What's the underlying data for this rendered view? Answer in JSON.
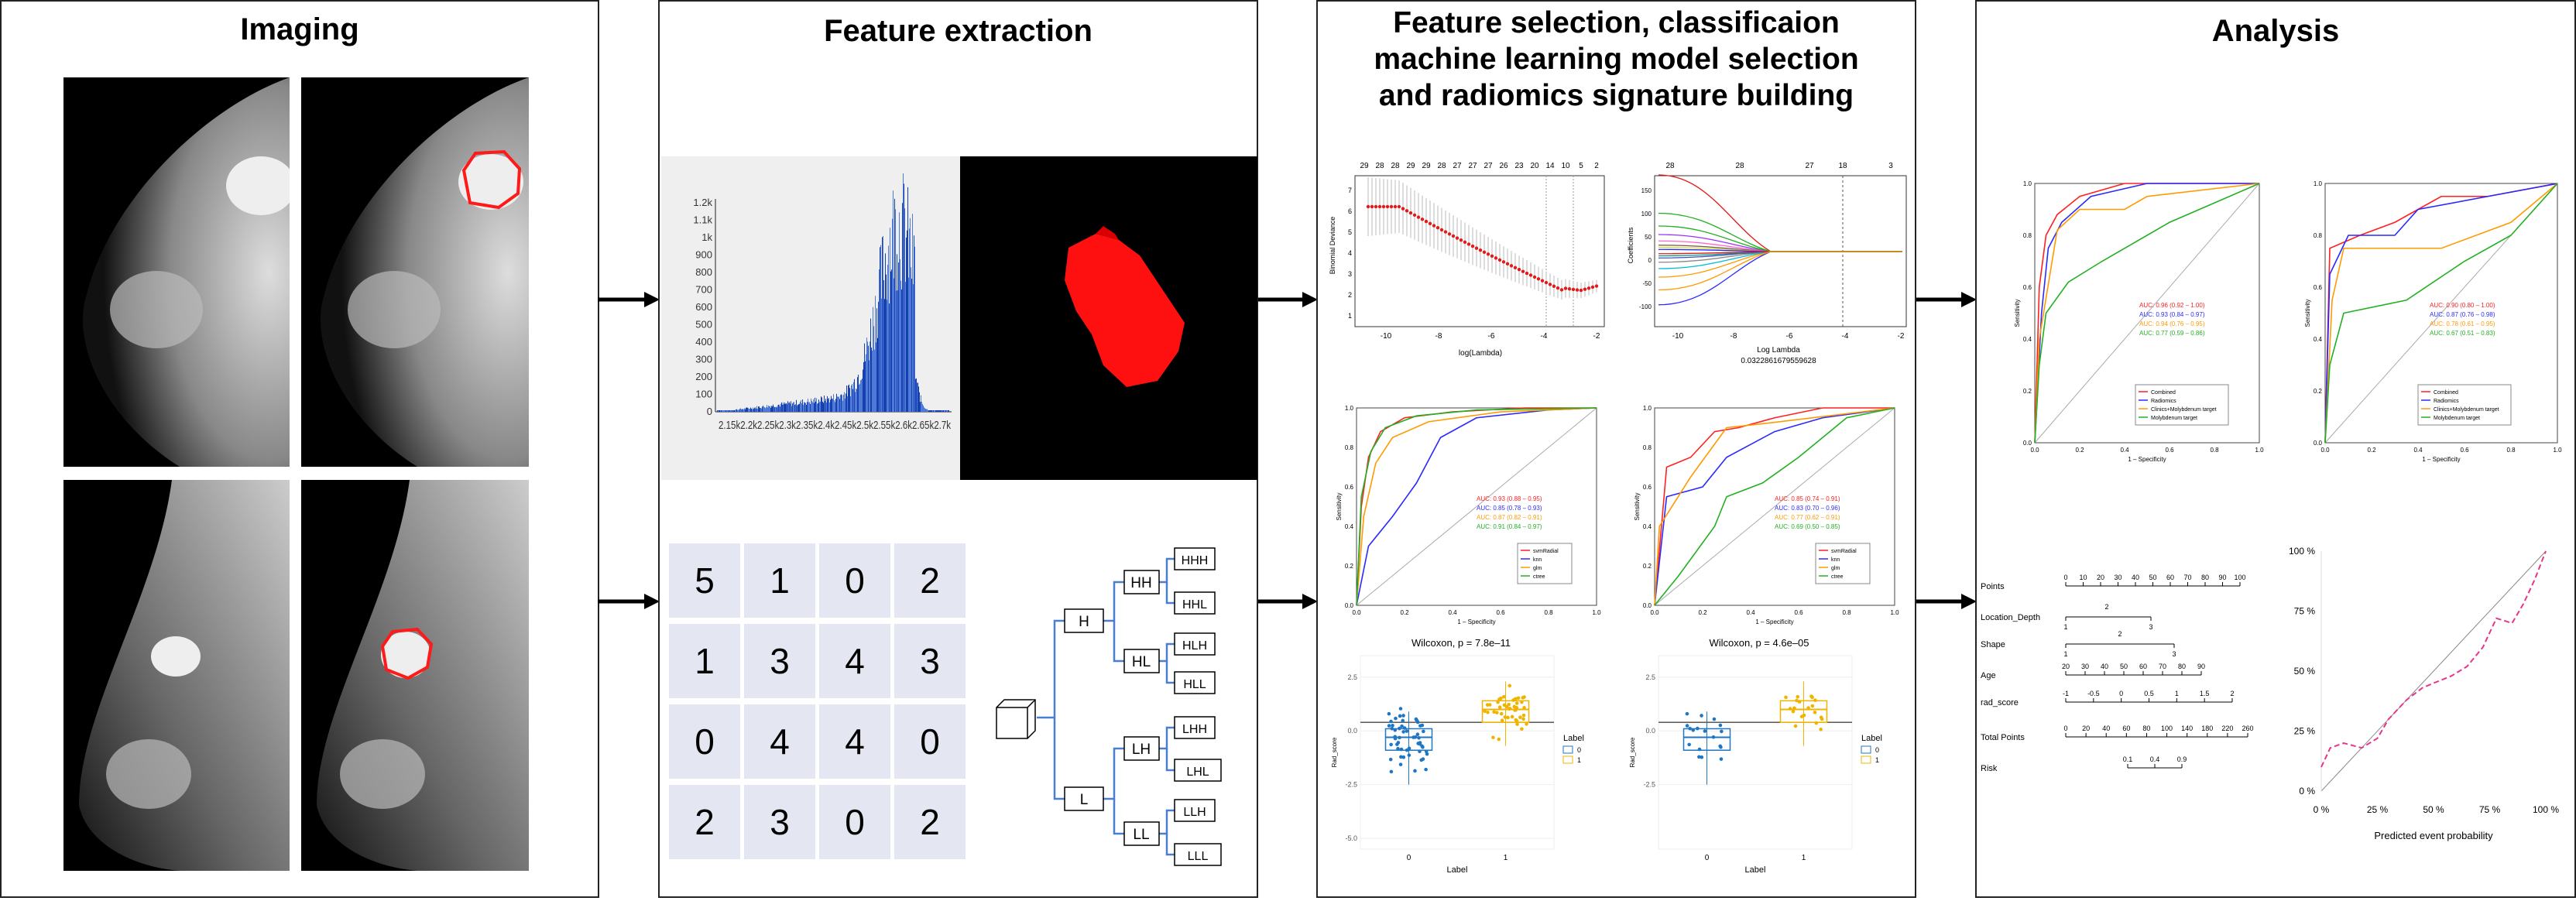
{
  "panels": {
    "imaging": {
      "title": "Imaging"
    },
    "feature_extraction": {
      "title": "Feature extraction"
    },
    "selection": {
      "title_lines": [
        "Feature selection, classificaion",
        "machine learning model selection",
        "and radiomics signature building"
      ]
    },
    "analysis": {
      "title": "Analysis"
    }
  },
  "histogram": {
    "y_ticks": [
      "1.2k",
      "1.1k",
      "1k",
      "900",
      "800",
      "700",
      "600",
      "500",
      "400",
      "300",
      "200",
      "100",
      "0"
    ],
    "x_tick_text": "2.15k2.2k2.25k2.3k2.35k2.4k2.45k2.5k2.55k2.6k2.65k2.7k"
  },
  "matrix": {
    "rows": [
      [
        "5",
        "1",
        "0",
        "2"
      ],
      [
        "1",
        "3",
        "4",
        "3"
      ],
      [
        "0",
        "4",
        "4",
        "0"
      ],
      [
        "2",
        "3",
        "0",
        "2"
      ]
    ]
  },
  "wavelet": {
    "nodes": {
      "H": "H",
      "L": "L",
      "HH": "HH",
      "HL": "HL",
      "LH": "LH",
      "LL": "LL",
      "HHH": "HHH",
      "HHL": "HHL",
      "HLH": "HLH",
      "HLL": "HLL",
      "LHH": "LHH",
      "LHL": "LHL",
      "LLH": "LLH",
      "LLL": "LLL"
    }
  },
  "lasso_deviance": {
    "top_ticks": [
      "29",
      "28",
      "28",
      "29",
      "29",
      "28",
      "27",
      "27",
      "27",
      "26",
      "23",
      "20",
      "14",
      "10",
      "5",
      "2"
    ],
    "x_ticks": [
      "-10",
      "-8",
      "-6",
      "-4",
      "-2"
    ],
    "y_ticks": [
      "7",
      "6",
      "5",
      "4",
      "3",
      "2",
      "1"
    ],
    "xlabel": "log(Lambda)",
    "ylabel": "Binomial Deviance"
  },
  "lasso_coef": {
    "top_ticks": [
      "28",
      "28",
      "27",
      "18",
      "3"
    ],
    "x_ticks": [
      "-10",
      "-8",
      "-6",
      "-4",
      "-2"
    ],
    "y_ticks": [
      "150",
      "100",
      "50",
      "0",
      "-50",
      "-100"
    ],
    "xlabel": "Log Lambda",
    "sublabel": "0.0322861679559628",
    "ylabel": "Coefficients"
  },
  "roc_models_train": {
    "auc": [
      "AUC: 0.93 (0.88 – 0.95)",
      "AUC: 0.85 (0.78 – 0.93)",
      "AUC: 0.87 (0.82 – 0.91)",
      "AUC: 0.91 (0.84 – 0.97)"
    ],
    "legend": [
      "svmRadial",
      "knn",
      "glm",
      "ctree"
    ],
    "xlabel": "1 – Specificity",
    "ylabel": "Sensitivity"
  },
  "roc_models_test": {
    "auc": [
      "AUC: 0.85 (0.74 – 0.91)",
      "AUC: 0.83 (0.70 – 0.96)",
      "AUC: 0.77 (0.62 – 0.91)",
      "AUC: 0.69 (0.50 – 0.85)"
    ],
    "legend": [
      "svmRadial",
      "knn",
      "glm",
      "ctree"
    ],
    "xlabel": "1 – Specificity",
    "ylabel": "Sensitivity"
  },
  "box_train": {
    "title": "Wilcoxon, p = 7.8e–11",
    "y_ticks": [
      "2.5",
      "0.0",
      "-2.5",
      "-5.0"
    ],
    "x_ticks": [
      "0",
      "1"
    ],
    "xlabel": "Label",
    "ylabel": "Rad_score",
    "legend_title": "Label",
    "legend": [
      "0",
      "1"
    ]
  },
  "box_test": {
    "title": "Wilcoxon, p = 4.6e–05",
    "y_ticks": [
      "2.5",
      "0.0",
      "-2.5"
    ],
    "x_ticks": [
      "0",
      "1"
    ],
    "xlabel": "Label",
    "ylabel": "Rad_score",
    "legend_title": "Label",
    "legend": [
      "0",
      "1"
    ]
  },
  "roc_final_train": {
    "auc": [
      "AUC: 0.96 (0.92 – 1.00)",
      "AUC: 0.93 (0.84 – 0.97)",
      "AUC: 0.94 (0.76 – 0.95)",
      "AUC: 0.77 (0.59 – 0.86)"
    ],
    "legend": [
      "Combined",
      "Radiomics",
      "Clinics+Molybdenum target",
      "Molybdenum target"
    ],
    "xlabel": "1 – Specificity",
    "ylabel": "Sensitivity"
  },
  "roc_final_test": {
    "auc": [
      "AUC: 0.90 (0.80 – 1.00)",
      "AUC: 0.87 (0.76 – 0.98)",
      "AUC: 0.78 (0.61 – 0.95)",
      "AUC: 0.67 (0.51 – 0.83)"
    ],
    "legend": [
      "Combined",
      "Radiomics",
      "Clinics+Molybdenum target",
      "Molybdenum target"
    ],
    "xlabel": "1 – Specificity",
    "ylabel": "Sensitivity"
  },
  "nomogram": {
    "rows": [
      "Points",
      "Location_Depth",
      "Shape",
      "Age",
      "rad_score",
      "Total Points",
      "Risk"
    ],
    "points_ticks": [
      "0",
      "10",
      "20",
      "30",
      "40",
      "50",
      "60",
      "70",
      "80",
      "90",
      "100"
    ],
    "loc_ticks": [
      "1",
      "2",
      "3"
    ],
    "shape_ticks": [
      "1",
      "2",
      "3"
    ],
    "age_ticks": [
      "20",
      "30",
      "40",
      "50",
      "60",
      "70",
      "80",
      "90"
    ],
    "rad_ticks": [
      "-1",
      "-0.5",
      "0",
      "0.5",
      "1",
      "1.5",
      "2"
    ],
    "total_ticks": [
      "0",
      "20",
      "40",
      "60",
      "80",
      "100",
      "140",
      "180",
      "220",
      "260"
    ],
    "risk_ticks": [
      "0.1",
      "0.4",
      "0.9"
    ]
  },
  "calibration": {
    "y_ticks": [
      "100 %",
      "75 %",
      "50 %",
      "25 %",
      "0 %"
    ],
    "x_ticks": [
      "0 %",
      "25 %",
      "50 %",
      "75 %",
      "100 %"
    ],
    "xlabel": "Predicted event probability"
  },
  "colors": {
    "red": "#ff2020",
    "blue": "#2a2aff",
    "orange": "#ff9a00",
    "green": "#22b022",
    "gold": "#f0b400",
    "boxblue": "#1f77c4"
  }
}
